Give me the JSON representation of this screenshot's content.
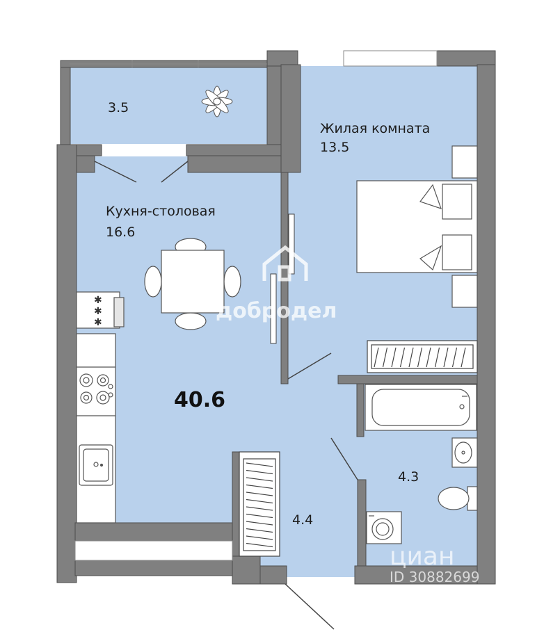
{
  "plan": {
    "total_area": "40.6",
    "rooms": {
      "balcony": {
        "area": "3.5"
      },
      "kitchen": {
        "name": "Кухня-столовая",
        "area": "16.6"
      },
      "living": {
        "name": "Жилая комната",
        "area": "13.5"
      },
      "bathroom": {
        "area": "4.3"
      },
      "hall": {
        "area": "4.4"
      }
    }
  },
  "watermarks": {
    "brand": "добродел",
    "listing_site": "циан",
    "listing_id": "ID 30882699"
  },
  "colors": {
    "floor": "#b9d1ec",
    "wall": "#808080",
    "furniture": "#ffffff",
    "line": "#333333"
  }
}
